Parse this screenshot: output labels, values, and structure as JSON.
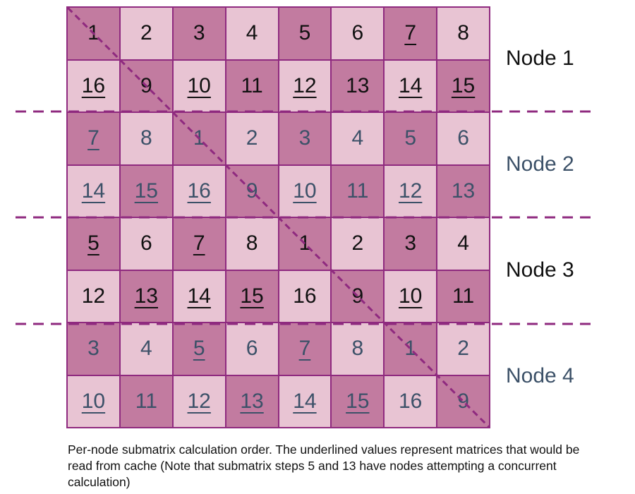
{
  "grid": {
    "rows": [
      {
        "cells": [
          {
            "value": "1",
            "shade": "dark",
            "underline": false
          },
          {
            "value": "2",
            "shade": "light",
            "underline": false
          },
          {
            "value": "3",
            "shade": "dark",
            "underline": false
          },
          {
            "value": "4",
            "shade": "light",
            "underline": false
          },
          {
            "value": "5",
            "shade": "dark",
            "underline": false
          },
          {
            "value": "6",
            "shade": "light",
            "underline": false
          },
          {
            "value": "7",
            "shade": "dark",
            "underline": true
          },
          {
            "value": "8",
            "shade": "light",
            "underline": false
          }
        ]
      },
      {
        "cells": [
          {
            "value": "16",
            "shade": "light",
            "underline": true
          },
          {
            "value": "9",
            "shade": "dark",
            "underline": false
          },
          {
            "value": "10",
            "shade": "light",
            "underline": true
          },
          {
            "value": "11",
            "shade": "dark",
            "underline": false
          },
          {
            "value": "12",
            "shade": "light",
            "underline": true
          },
          {
            "value": "13",
            "shade": "dark",
            "underline": false
          },
          {
            "value": "14",
            "shade": "light",
            "underline": true
          },
          {
            "value": "15",
            "shade": "dark",
            "underline": true
          }
        ]
      },
      {
        "cells": [
          {
            "value": "7",
            "shade": "dark",
            "underline": true
          },
          {
            "value": "8",
            "shade": "light",
            "underline": false
          },
          {
            "value": "1",
            "shade": "dark",
            "underline": false
          },
          {
            "value": "2",
            "shade": "light",
            "underline": false
          },
          {
            "value": "3",
            "shade": "dark",
            "underline": false
          },
          {
            "value": "4",
            "shade": "light",
            "underline": false
          },
          {
            "value": "5",
            "shade": "dark",
            "underline": false
          },
          {
            "value": "6",
            "shade": "light",
            "underline": false
          }
        ]
      },
      {
        "cells": [
          {
            "value": "14",
            "shade": "light",
            "underline": true
          },
          {
            "value": "15",
            "shade": "dark",
            "underline": true
          },
          {
            "value": "16",
            "shade": "light",
            "underline": true
          },
          {
            "value": "9",
            "shade": "dark",
            "underline": false
          },
          {
            "value": "10",
            "shade": "light",
            "underline": true
          },
          {
            "value": "11",
            "shade": "dark",
            "underline": false
          },
          {
            "value": "12",
            "shade": "light",
            "underline": true
          },
          {
            "value": "13",
            "shade": "dark",
            "underline": false
          }
        ]
      },
      {
        "cells": [
          {
            "value": "5",
            "shade": "dark",
            "underline": true
          },
          {
            "value": "6",
            "shade": "light",
            "underline": false
          },
          {
            "value": "7",
            "shade": "dark",
            "underline": true
          },
          {
            "value": "8",
            "shade": "light",
            "underline": false
          },
          {
            "value": "1",
            "shade": "dark",
            "underline": false
          },
          {
            "value": "2",
            "shade": "light",
            "underline": false
          },
          {
            "value": "3",
            "shade": "dark",
            "underline": false
          },
          {
            "value": "4",
            "shade": "light",
            "underline": false
          }
        ]
      },
      {
        "cells": [
          {
            "value": "12",
            "shade": "light",
            "underline": false
          },
          {
            "value": "13",
            "shade": "dark",
            "underline": true
          },
          {
            "value": "14",
            "shade": "light",
            "underline": true
          },
          {
            "value": "15",
            "shade": "dark",
            "underline": true
          },
          {
            "value": "16",
            "shade": "light",
            "underline": false
          },
          {
            "value": "9",
            "shade": "dark",
            "underline": false
          },
          {
            "value": "10",
            "shade": "light",
            "underline": true
          },
          {
            "value": "11",
            "shade": "dark",
            "underline": false
          }
        ]
      },
      {
        "cells": [
          {
            "value": "3",
            "shade": "dark",
            "underline": false
          },
          {
            "value": "4",
            "shade": "light",
            "underline": false
          },
          {
            "value": "5",
            "shade": "dark",
            "underline": true
          },
          {
            "value": "6",
            "shade": "light",
            "underline": false
          },
          {
            "value": "7",
            "shade": "dark",
            "underline": true
          },
          {
            "value": "8",
            "shade": "light",
            "underline": false
          },
          {
            "value": "1",
            "shade": "dark",
            "underline": false
          },
          {
            "value": "2",
            "shade": "light",
            "underline": false
          }
        ]
      },
      {
        "cells": [
          {
            "value": "10",
            "shade": "light",
            "underline": true
          },
          {
            "value": "11",
            "shade": "dark",
            "underline": false
          },
          {
            "value": "12",
            "shade": "light",
            "underline": true
          },
          {
            "value": "13",
            "shade": "dark",
            "underline": true
          },
          {
            "value": "14",
            "shade": "light",
            "underline": true
          },
          {
            "value": "15",
            "shade": "dark",
            "underline": true
          },
          {
            "value": "16",
            "shade": "light",
            "underline": false
          },
          {
            "value": "9",
            "shade": "dark",
            "underline": false
          }
        ]
      }
    ]
  },
  "nodes": [
    {
      "label": "Node 1",
      "text_color": "black"
    },
    {
      "label": "Node 2",
      "text_color": "slate"
    },
    {
      "label": "Node 3",
      "text_color": "black"
    },
    {
      "label": "Node 4",
      "text_color": "slate"
    }
  ],
  "colors": {
    "dark_cell": "#c27ba0",
    "light_cell": "#e8c4d3",
    "grid_line": "#8f2a7f",
    "node_black_text": "#111111",
    "node_slate_text": "#3c5168"
  },
  "caption": "Per-node submatrix calculation order. The underlined values represent matrices that would be read from cache (Note that submatrix steps 5 and 13 have nodes attempting a concurrent calculation)"
}
